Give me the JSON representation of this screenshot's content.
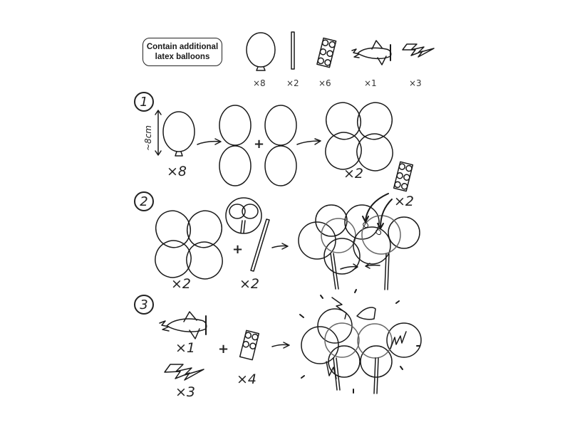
{
  "legend": {
    "note_line1": "Contain additional",
    "note_line2": "latex balloons",
    "parts": [
      {
        "icon": "balloon-icon",
        "count": "×8"
      },
      {
        "icon": "stick-icon",
        "count": "×2"
      },
      {
        "icon": "connector-clip-icon",
        "count": "×6"
      },
      {
        "icon": "airplane-icon",
        "count": "×1"
      },
      {
        "icon": "lightning-bolt-icon",
        "count": "×3"
      }
    ]
  },
  "steps": [
    {
      "number": "1",
      "size_label": "~8cm",
      "balloon_count": "×8",
      "plus": "+",
      "result_count": "×2"
    },
    {
      "number": "2",
      "cluster_count": "×2",
      "plus": "+",
      "stick_count": "×2",
      "clip_count": "×2"
    },
    {
      "number": "3",
      "airplane_count": "×1",
      "lightning_count": "×3",
      "plus": "+",
      "clip_count": "×4"
    }
  ],
  "colors": {
    "line": "#1a1a1a",
    "background": "#ffffff"
  }
}
